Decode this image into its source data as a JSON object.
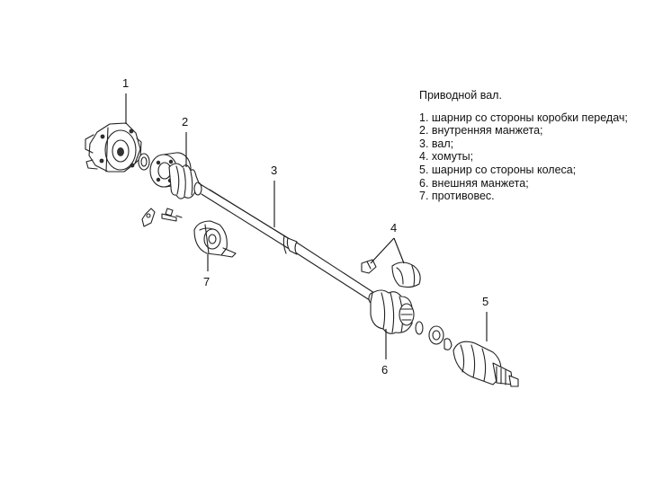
{
  "legend": {
    "title": "Приводной вал.",
    "items": [
      "1. шарнир со стороны коробки передач;",
      "2. внутренняя манжета;",
      "3. вал;",
      "4. хомуты;",
      "5. шарнир со стороны колеса;",
      "6. внешняя манжета;",
      "7. противовес."
    ]
  },
  "callouts": {
    "c1": "1",
    "c2": "2",
    "c3": "3",
    "c4": "4",
    "c5": "5",
    "c6": "6",
    "c7": "7"
  }
}
